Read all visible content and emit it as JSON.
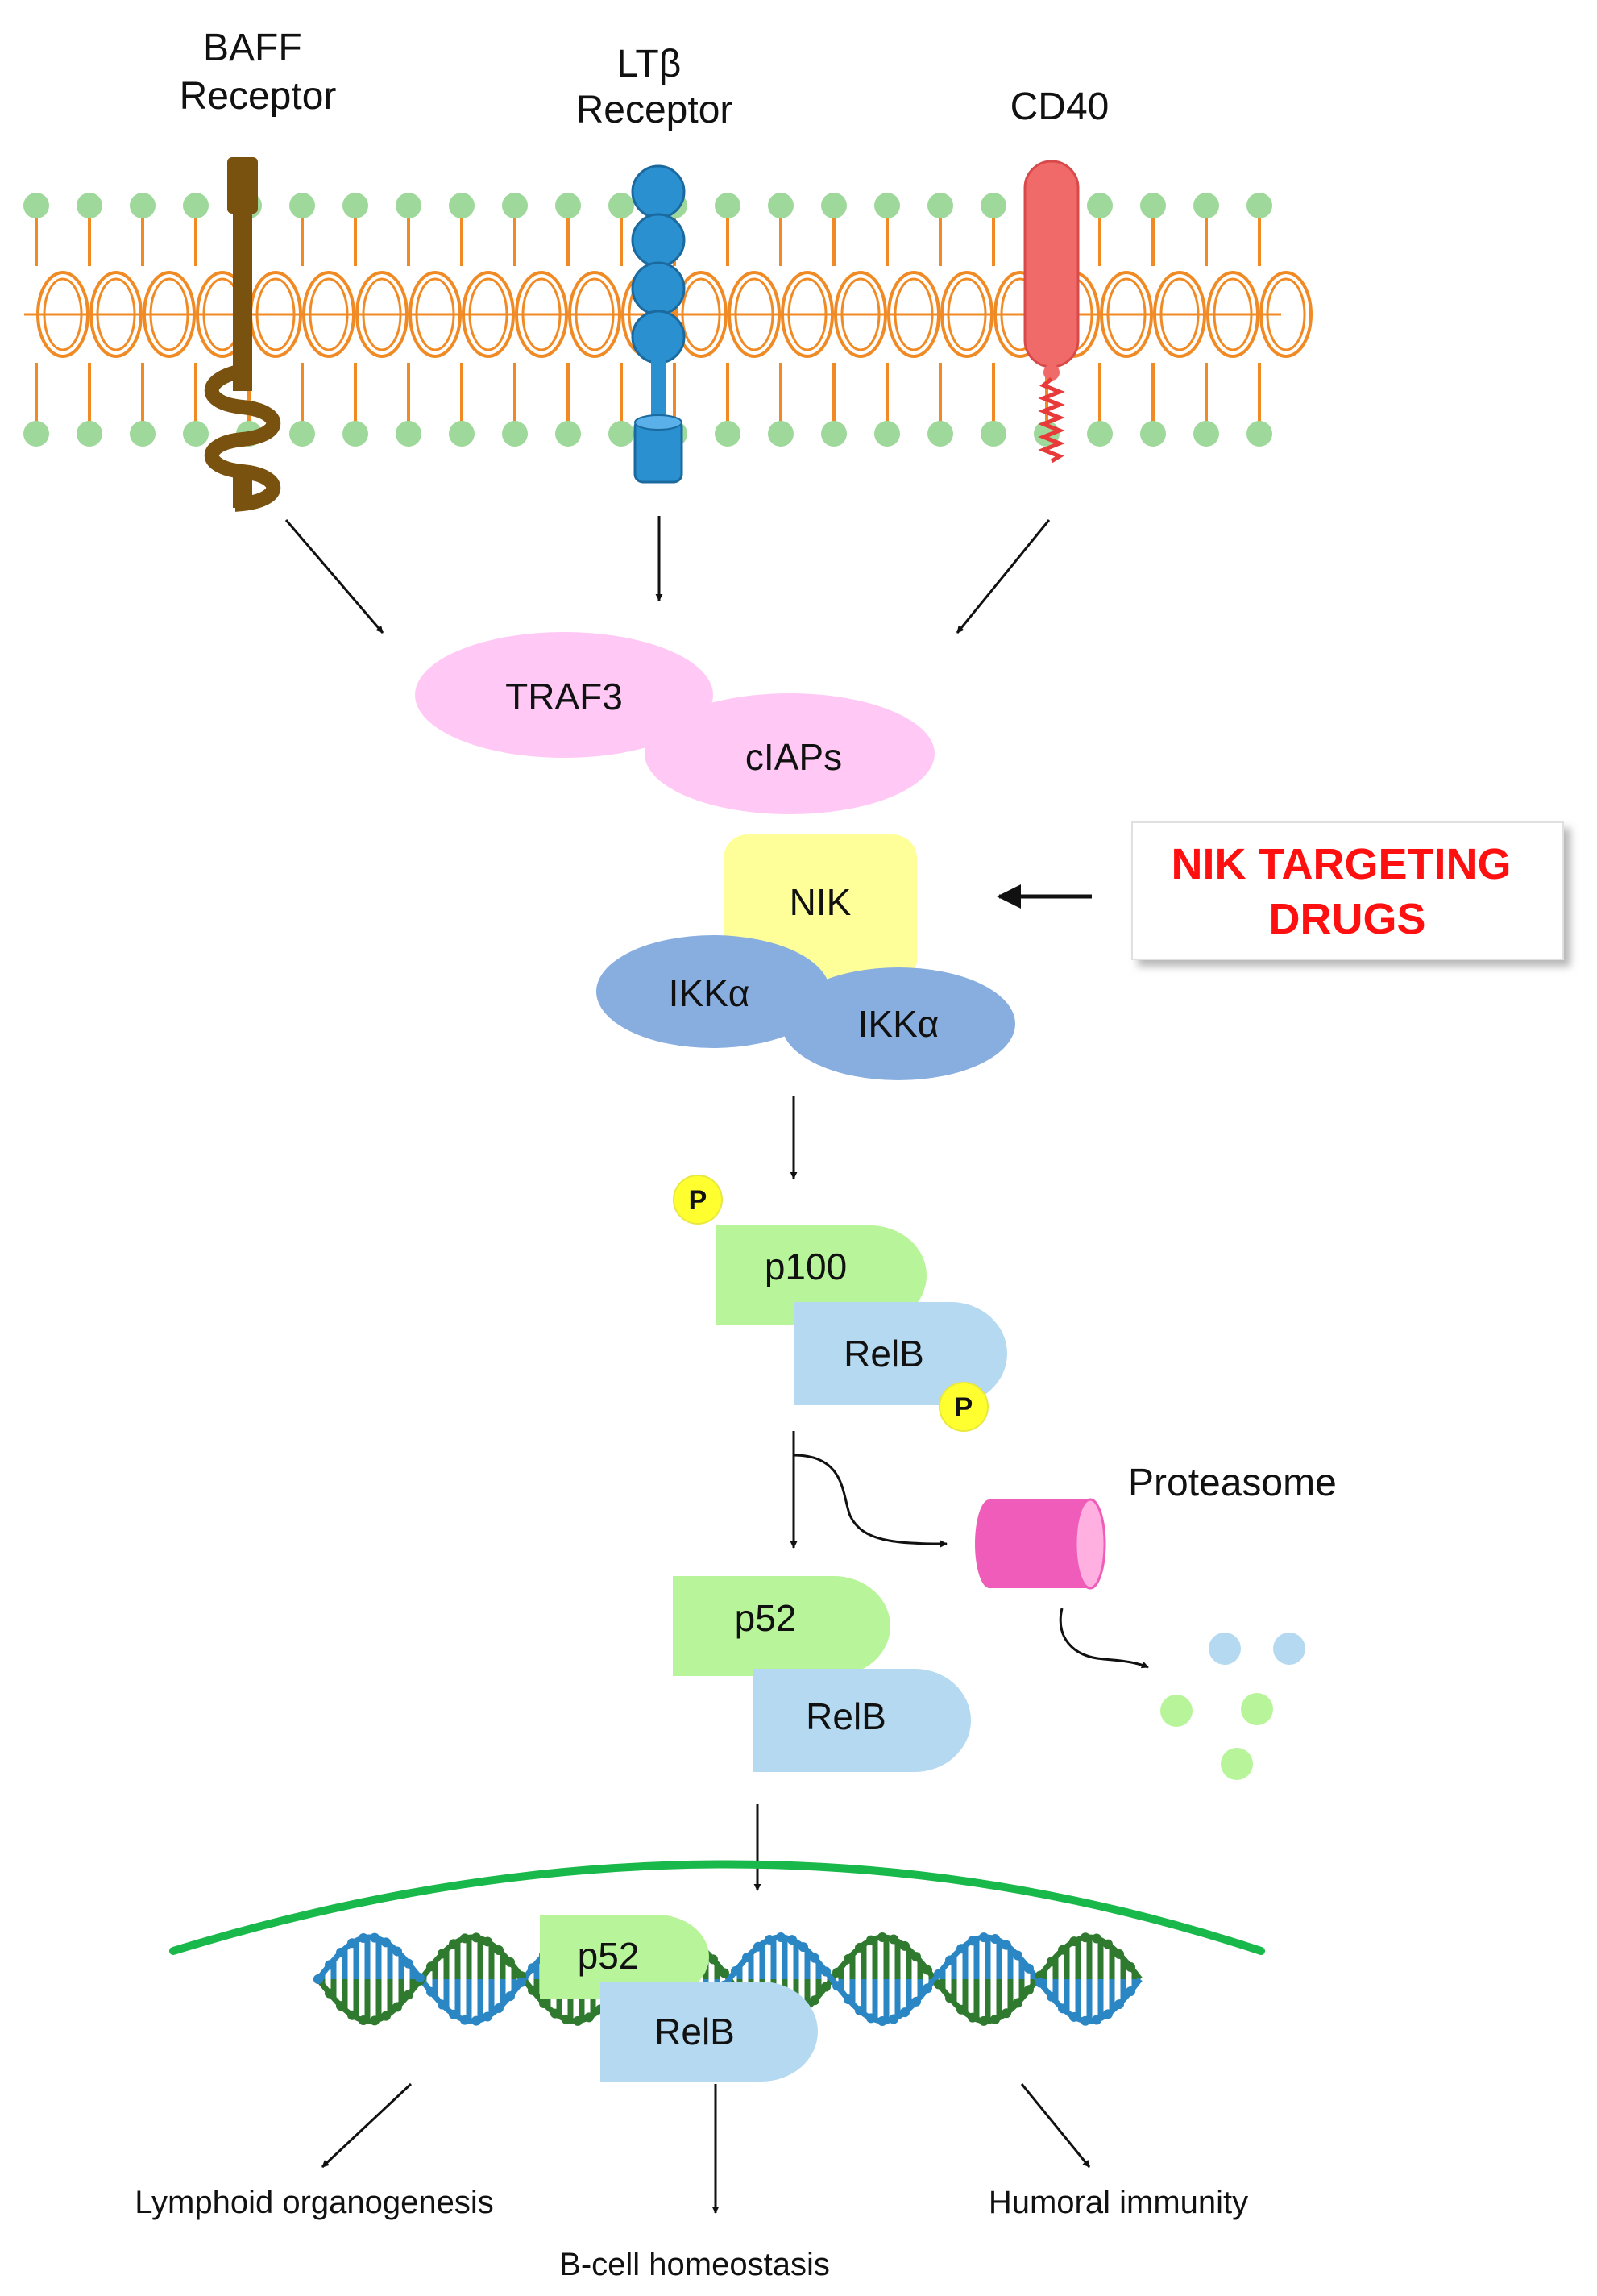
{
  "receptors": {
    "baff": "BAFF\nReceptor",
    "ltb": "LTβ\nReceptor",
    "cd40": "CD40"
  },
  "complex": {
    "traf3": "TRAF3",
    "ciaps": "cIAPs",
    "nik": "NIK",
    "ikka_1": "IKKα",
    "ikka_2": "IKKα"
  },
  "drug": {
    "label": "NIK TARGETING\nDRUGS",
    "color": "#ff1010"
  },
  "processing": {
    "phospho_1": "P",
    "p100": "p100",
    "relb_1": "RelB",
    "phospho_2": "P",
    "proteasome": "Proteasome",
    "p52": "p52",
    "relb_2": "RelB"
  },
  "nucleus": {
    "p52": "p52",
    "relb": "RelB"
  },
  "outcomes": {
    "lymphoid": "Lymphoid organogenesis",
    "bcell": "B-cell homeostasis",
    "humoral": "Humoral immunity"
  },
  "colors": {
    "membrane_line": "#f08a24",
    "lipid_head": "#9ed89a",
    "baff": "#7a5210",
    "ltb": "#2a90d0",
    "cd40": "#f06a6a",
    "traf": "#ffc8f5",
    "nik": "#ffff99",
    "ikk": "#88aee0",
    "p100": "#b8f59a",
    "relb": "#b4d9f0",
    "phospho": "#ffff30",
    "proteasome": "#f05cba",
    "nucleus": "#19b84a",
    "dna_a": "#2f7a2f",
    "dna_b": "#2b86c4"
  }
}
